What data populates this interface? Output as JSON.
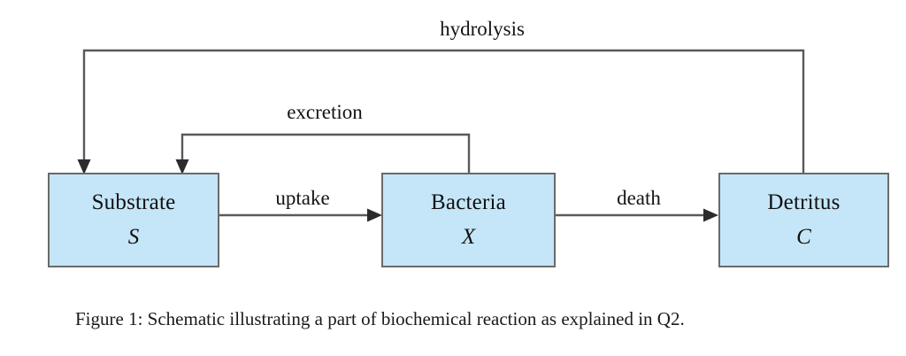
{
  "figure": {
    "type": "flow-diagram",
    "caption": "Figure 1: Schematic illustrating a part of biochemical reaction as explained in Q2.",
    "colors": {
      "node_fill": "#c5e6f8",
      "node_border": "#6a6a6a",
      "wire": "#595959",
      "arrowhead": "#2b2b2b",
      "text": "#111111",
      "background": "#ffffff"
    },
    "nodes": [
      {
        "id": "substrate",
        "title": "Substrate",
        "symbol": "S"
      },
      {
        "id": "bacteria",
        "title": "Bacteria",
        "symbol": "X"
      },
      {
        "id": "detritus",
        "title": "Detritus",
        "symbol": "C"
      }
    ],
    "edges": [
      {
        "id": "uptake",
        "label": "uptake",
        "from": "substrate",
        "to": "bacteria",
        "routing": "straight-right"
      },
      {
        "id": "death",
        "label": "death",
        "from": "bacteria",
        "to": "detritus",
        "routing": "straight-right"
      },
      {
        "id": "excretion",
        "label": "excretion",
        "from": "bacteria",
        "to": "substrate",
        "routing": "top-feedback"
      },
      {
        "id": "hydrolysis",
        "label": "hydrolysis",
        "from": "detritus",
        "to": "substrate",
        "routing": "top-feedback"
      }
    ]
  }
}
